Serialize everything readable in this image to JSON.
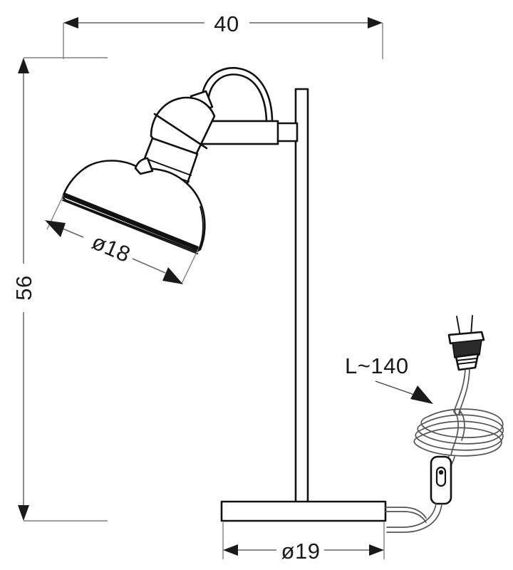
{
  "drawing": {
    "title": "Table lamp dimensional drawing",
    "units_note": "",
    "product": "adjustable-spot-table-lamp"
  },
  "dimensions": {
    "width_top": {
      "label": "40",
      "name": "overall-width",
      "orientation": "horizontal"
    },
    "height_left": {
      "label": "56",
      "name": "overall-height",
      "orientation": "vertical"
    },
    "shade_diameter": {
      "label": "ø18",
      "name": "shade-diameter",
      "orientation": "angled"
    },
    "base_diameter": {
      "label": "ø19",
      "name": "base-diameter",
      "orientation": "horizontal"
    },
    "cord_length": {
      "label": "L~140",
      "name": "cord-length",
      "orientation": "leader"
    }
  },
  "parts": {
    "shade": "lamp-shade-dome",
    "joint": "tilt-joint",
    "arm": "horizontal-arm",
    "post": "vertical-post",
    "base": "round-base",
    "cord": "power-cord-coil",
    "plug": "two-prong-plug",
    "switch": "inline-rocker-switch",
    "bracket": "wire-bracket"
  },
  "colors": {
    "outline": "#111111",
    "dimension": "#666666",
    "text": "#1a1a1a",
    "background": "#ffffff",
    "cord": "#555555"
  }
}
